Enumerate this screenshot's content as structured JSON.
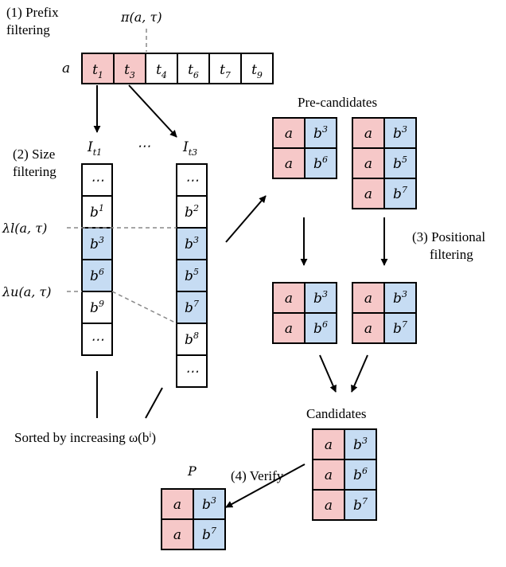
{
  "steps": {
    "prefix_filtering": [
      "(1) Prefix",
      "filtering"
    ],
    "size_filtering": [
      "(2) Size",
      "filtering"
    ],
    "positional_filtering": [
      "(3) Positional",
      "filtering"
    ],
    "verify": "(4) Verify"
  },
  "labels": {
    "pi": "π(a, τ)",
    "record_a": "a",
    "index_left": "I",
    "index_left_sub": "t1",
    "ellipsis": "⋯",
    "index_right": "I",
    "index_right_sub": "t3",
    "lambda_l": "λl(a, τ)",
    "lambda_u": "λu(a, τ)",
    "sorted_by": "Sorted by increasing ω(bⁱ)",
    "pre_candidates": "Pre-candidates",
    "candidates": "Candidates",
    "result": "P"
  },
  "prefix_tokens": [
    {
      "base": "t",
      "sub": "1"
    },
    {
      "base": "t",
      "sub": "3"
    },
    {
      "base": "t",
      "sub": "4"
    },
    {
      "base": "t",
      "sub": "6"
    },
    {
      "base": "t",
      "sub": "7"
    },
    {
      "base": "t",
      "sub": "9"
    }
  ],
  "list_t1": [
    {
      "base": "⋯",
      "sup": ""
    },
    {
      "base": "b",
      "sup": "1"
    },
    {
      "base": "b",
      "sup": "3"
    },
    {
      "base": "b",
      "sup": "6"
    },
    {
      "base": "b",
      "sup": "9"
    },
    {
      "base": "⋯",
      "sup": ""
    }
  ],
  "list_t3": [
    {
      "base": "⋯",
      "sup": ""
    },
    {
      "base": "b",
      "sup": "2"
    },
    {
      "base": "b",
      "sup": "3"
    },
    {
      "base": "b",
      "sup": "5"
    },
    {
      "base": "b",
      "sup": "7"
    },
    {
      "base": "b",
      "sup": "8"
    },
    {
      "base": "⋯",
      "sup": ""
    }
  ],
  "pairs": {
    "pre_left": [
      "3",
      "6"
    ],
    "pre_right": [
      "3",
      "5",
      "7"
    ],
    "pos_left": [
      "3",
      "6"
    ],
    "pos_right": [
      "3",
      "7"
    ],
    "candidates": [
      "3",
      "6",
      "7"
    ],
    "result": [
      "3",
      "7"
    ]
  },
  "colors": {
    "red": "#f6c8c8",
    "blue": "#c6dcf3",
    "line": "#000000",
    "dash": "#888888"
  }
}
